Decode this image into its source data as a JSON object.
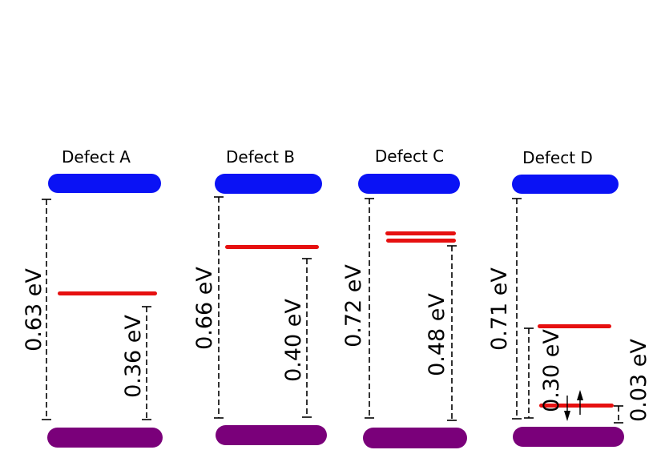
{
  "colors": {
    "conduction_band": "#0a12f5",
    "valence_band": "#7a007a",
    "defect_level": "#e61010",
    "dimension_lines": "#000000"
  },
  "panels": [
    {
      "title": "Defect A",
      "gap_label": "0.63 eV",
      "level_label": "0.36 eV",
      "levels": 1,
      "spin_arrows": false
    },
    {
      "title": "Defect B",
      "gap_label": "0.66 eV",
      "level_label": "0.40 eV",
      "levels": 1,
      "spin_arrows": false
    },
    {
      "title": "Defect C",
      "gap_label": "0.72 eV",
      "level_label": "0.48 eV",
      "levels": 2,
      "spin_arrows": false
    },
    {
      "title": "Defect D",
      "gap_label": "0.71 eV",
      "level_label": "0.30 eV",
      "extra_label": "0.03 eV",
      "levels": 2,
      "spin_arrows": true
    }
  ]
}
